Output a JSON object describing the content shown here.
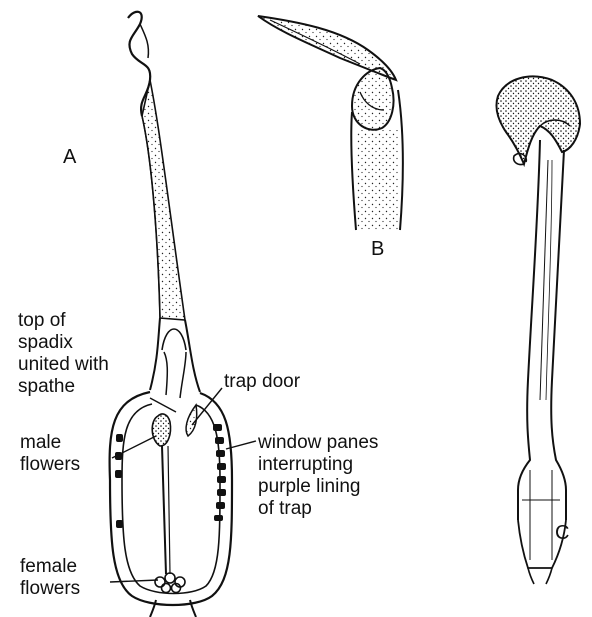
{
  "panels": {
    "a": "A",
    "b": "B",
    "c": "C"
  },
  "labels": {
    "top_of_spadix": [
      "top of",
      "spadix",
      "united with",
      "spathe"
    ],
    "trap_door": "trap door",
    "male_flowers": [
      "male",
      "flowers"
    ],
    "window_panes": [
      "window panes",
      "interrupting",
      "purple lining",
      "of trap"
    ],
    "female_flowers": [
      "female",
      "flowers"
    ]
  },
  "colors": {
    "ink": "#111111",
    "background": "#ffffff"
  }
}
